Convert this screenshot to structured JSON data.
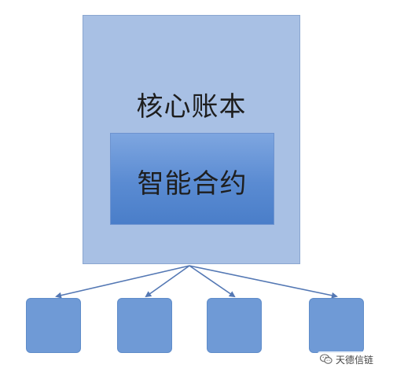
{
  "diagram": {
    "core_ledger_label": "核心账本",
    "smart_contract_label": "智能合约",
    "node_count": 4
  },
  "watermark": {
    "text": "天德信链",
    "icon": "wechat-icon"
  },
  "colors": {
    "outer_box": "#a8c0e4",
    "inner_box": "#5a8bd2",
    "node_box": "#6f9ad6",
    "arrow": "#5478b4"
  }
}
